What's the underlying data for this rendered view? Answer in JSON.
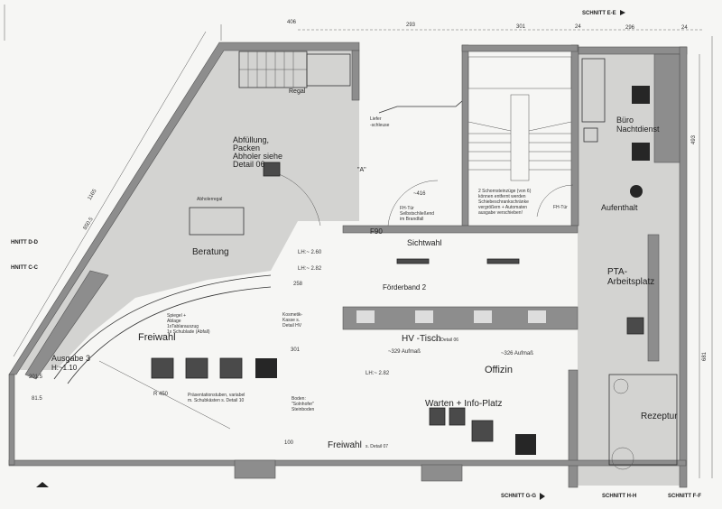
{
  "sections": {
    "e": "SCHNITT E-E",
    "d": "HNITT D-D",
    "c": "HNITT C-C",
    "g": "SCHNITT G-G",
    "h": "SCHNITT H-H",
    "f": "SCHNITT F-F"
  },
  "rooms": {
    "abfuellung": [
      "Abfüllung,",
      "Packen",
      "Abholer siehe",
      "Detail 06"
    ],
    "beratung": "Beratung",
    "sichtwahl": "Sichtwahl",
    "f90": "F90",
    "foerderband": "Förderband 2",
    "hv_tisch": "HV -Tisch",
    "hv_detail": "s. Detail 06",
    "offizin": "Offizin",
    "freiwahl_arc": "Freiwahl",
    "ausgabe": "Ausgabe 3",
    "ausgabe_h": "H:~1.10",
    "warten": "Warten + Info-Platz",
    "freiwahl_bottom": "Freiwahl",
    "freiwahl_bottom_detail": "s. Detail 07",
    "buero": [
      "Büro",
      "Nachtdienst"
    ],
    "aufenthalt": "Aufenthalt",
    "pta": [
      "PTA-",
      "Arbeitsplatz"
    ],
    "rezeptur": "Rezeptur",
    "regal": "Regal",
    "lieferschleuse": [
      "Liefer",
      "-schleuse"
    ],
    "point_a": "\"A\""
  },
  "notes": {
    "fh_tuer_1": [
      "FH-Tür",
      "Selbstschließend",
      "im Brandfall"
    ],
    "fh_tuer_2": "FH-Tür",
    "schornstein": [
      "2 Schornsteinzüge (von 6)",
      "können entfernt werden",
      "Schiebeschrankschränke",
      "vergrößern + Automaten",
      "ausgabe verschieben!"
    ],
    "praesentation": [
      "Präsentationstuben, variabel",
      "m. Schubkästen s. Detail 10"
    ],
    "kosmetik": [
      "Kosmetik-",
      "Kasse s.",
      "Detail HV"
    ],
    "spiegel": [
      "Spiegel +",
      "Ablage",
      "1xTablarauszug",
      "1x Schublade (Abfall)"
    ],
    "boden": [
      "Boden:",
      "\"Solnhofer\"",
      "Steinboden"
    ],
    "abholerregal": "Abholerregal",
    "lh_260": "LH:~ 2.60",
    "lh_282a": "LH:~ 2.82",
    "lh_282b": "LH:~ 2.82",
    "aufmass_329": "~329 Aufmaß",
    "aufmass_326": "~326 Aufmaß",
    "approx_416": "~416"
  },
  "dimensions": {
    "d406": "406",
    "d293": "293",
    "d301": "301",
    "d24a": "24",
    "d296": "296",
    "d24b": "24",
    "d1165": "1165",
    "d850": "850.5",
    "d2015": "201.5",
    "d815": "81.5",
    "r450": "R 450",
    "d258": "258",
    "d301b": "301",
    "d100": "100",
    "d493": "493",
    "d681": "681"
  }
}
